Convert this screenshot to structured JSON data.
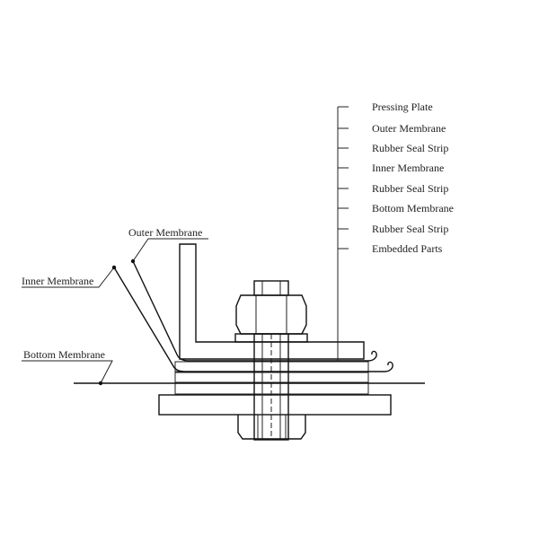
{
  "labels": {
    "right": [
      "Pressing Plate",
      "Outer Membrane",
      "Rubber Seal Strip",
      "Inner Membrane",
      "Rubber Seal Strip",
      "Bottom Membrane",
      "Rubber Seal Strip",
      "Embedded Parts"
    ],
    "outer_membrane": "Outer Membrane",
    "inner_membrane": "Inner Membrane",
    "bottom_membrane": "Bottom Membrane"
  },
  "colors": {
    "line": "#222222",
    "background": "#ffffff"
  }
}
